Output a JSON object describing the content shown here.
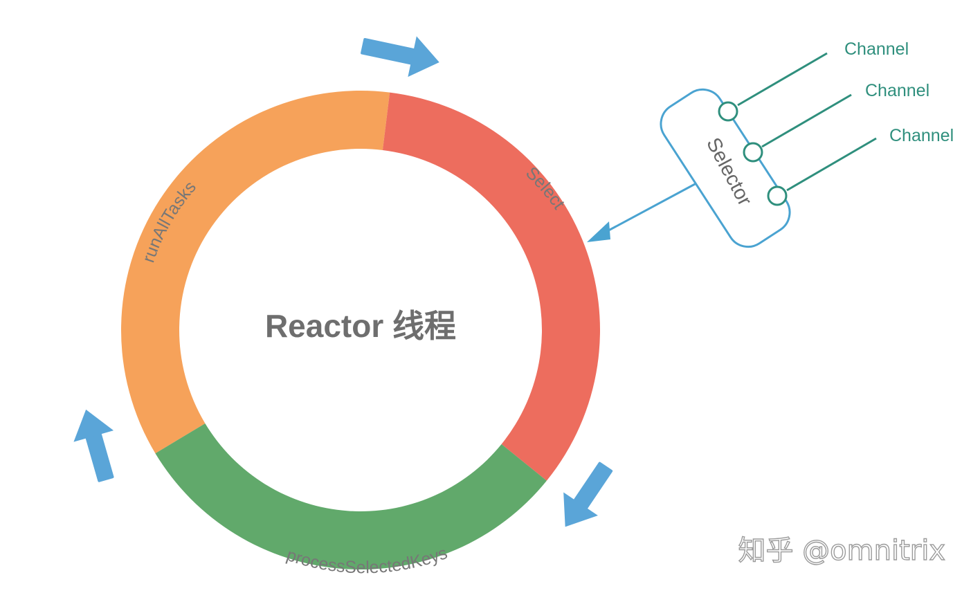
{
  "diagram": {
    "center_label": "Reactor 线程",
    "segments": [
      {
        "key": "select",
        "label": "Select",
        "color": "#ed6d5e"
      },
      {
        "key": "process",
        "label": "processSelectedKeys",
        "color": "#61a96b"
      },
      {
        "key": "tasks",
        "label": "runAllTasks",
        "color": "#f6a25a"
      }
    ],
    "selector": {
      "label": "Selector",
      "border_color": "#4aa3d1"
    },
    "channels": [
      {
        "label": "Channel"
      },
      {
        "label": "Channel"
      },
      {
        "label": "Channel"
      }
    ],
    "arrow_color": "#5aa5d8",
    "channel_color": "#2f8f7d",
    "watermark": "知乎 @omnitrix"
  }
}
